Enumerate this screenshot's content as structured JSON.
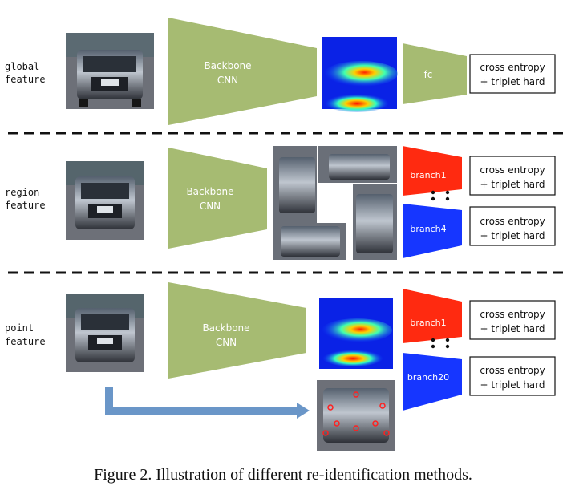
{
  "rows": {
    "global": {
      "label_line1": "global",
      "label_line2": "feature",
      "backbone_line1": "Backbone",
      "backbone_line2": "CNN",
      "fc": "fc",
      "loss_line1": "cross entropy",
      "loss_line2": "+ triplet hard"
    },
    "region": {
      "label_line1": "region",
      "label_line2": "feature",
      "backbone_line1": "Backbone",
      "backbone_line2": "CNN",
      "branch_top": "branch1",
      "branch_bottom": "branch4",
      "loss1_line1": "cross entropy",
      "loss1_line2": "+ triplet hard",
      "loss2_line1": "cross entropy",
      "loss2_line2": "+ triplet hard"
    },
    "point": {
      "label_line1": "point",
      "label_line2": "feature",
      "backbone_line1": "Backbone",
      "backbone_line2": "CNN",
      "branch_top": "branch1",
      "branch_bottom": "branch20",
      "loss1_line1": "cross entropy",
      "loss1_line2": "+ triplet hard",
      "loss2_line1": "cross entropy",
      "loss2_line2": "+ triplet hard"
    }
  },
  "caption": "Figure 2. Illustration of different re-identification methods.",
  "colors": {
    "backbone": "#a6bb72",
    "branch_top": "#ff2a10",
    "branch_bottom": "#1636ff",
    "arrow": "#6a96c8",
    "divider": "#111111"
  }
}
